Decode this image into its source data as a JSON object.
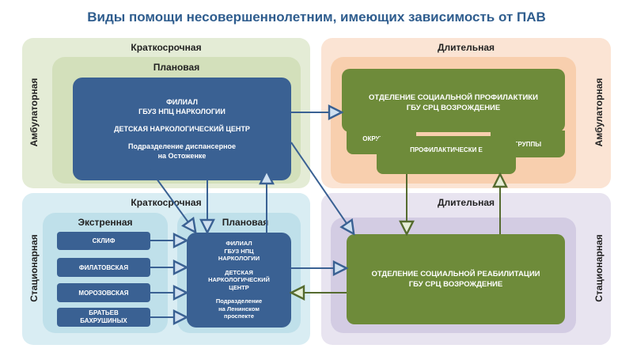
{
  "title": "Виды помощи несовершеннолетним, имеющих зависимость от ПАВ",
  "top_left": {
    "label": "Краткосрочная",
    "side": "Амбулаторная",
    "inner": "Плановая",
    "box": {
      "l1": "ФИЛИАЛ",
      "l2": "ГБУЗ НПЦ НАРКОЛОГИИ",
      "l3": "ДЕТСКАЯ НАРКОЛОГИЧЕСКИЙ ЦЕНТР",
      "l4": "Подразделение диспансерное",
      "l5": "на Остоженке"
    }
  },
  "top_right": {
    "label": "Длительная",
    "side": "Амбулаторная",
    "box": {
      "l1": "ОТДЕЛЕНИЕ СОЦИАЛЬНОЙ ПРОФИЛАКТИКИ",
      "l2": "ГБУ СРЦ ВОЗРОЖДЕНИЕ"
    },
    "sub": [
      "ОКРУЖНЫЕ",
      "ПРОФИЛАКТИЧЕСКИ Е",
      "ГРУППЫ"
    ]
  },
  "bottom_left": {
    "label": "Краткосрочная",
    "side": "Стационарная",
    "emergency": "Экстренная",
    "planned": "Плановая",
    "hospitals": [
      "СКЛИФ",
      "ФИЛАТОВСКАЯ",
      "МОРОЗОВСКАЯ",
      "БРАТЬЕВ БАХРУШИНЫХ"
    ],
    "box": {
      "l1": "ФИЛИАЛ",
      "l2": "ГБУЗ НПЦ",
      "l3": "НАРКОЛОГИИ",
      "l4": "ДЕТСКАЯ",
      "l5": "НАРКОЛОГИЧЕСКИЙ",
      "l6": "ЦЕНТР",
      "l7": "Подразделение",
      "l8": "на Ленинском",
      "l9": "проспекте"
    }
  },
  "bottom_right": {
    "label": "Длительная",
    "side": "Стационарная",
    "box": {
      "l1": "ОТДЕЛЕНИЕ СОЦИАЛЬНОЙ РЕАБИЛИТАЦИИ",
      "l2": "ГБУ СРЦ ВОЗРОЖДЕНИЕ"
    }
  }
}
